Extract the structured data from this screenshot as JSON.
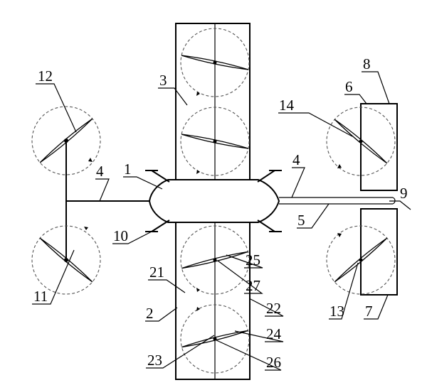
{
  "labels": {
    "l1": "1",
    "l2": "2",
    "l3": "3",
    "l4a": "4",
    "l4b": "4",
    "l5": "5",
    "l6": "6",
    "l7": "7",
    "l8": "8",
    "l9": "9",
    "l10": "10",
    "l11": "11",
    "l12": "12",
    "l13": "13",
    "l14": "14",
    "l21": "21",
    "l22": "22",
    "l23": "23",
    "l24": "24",
    "l25": "25",
    "l26": "26",
    "l27": "27"
  },
  "colors": {
    "line": "#000000",
    "background": "#ffffff",
    "rotor_circle": "#555555"
  }
}
